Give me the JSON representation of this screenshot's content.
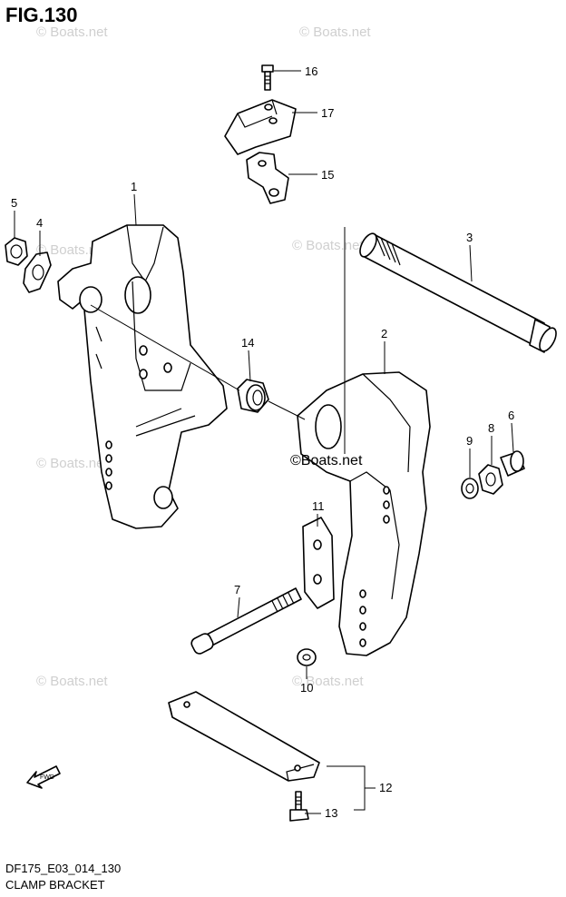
{
  "figure": {
    "title": "FIG.130",
    "model_code": "DF175_E03_014_130",
    "name": "CLAMP BRACKET"
  },
  "watermark": {
    "text": "© Boats.net",
    "center_text": "©Boats.net"
  },
  "fwd_label": "FWD",
  "callouts": [
    {
      "id": "c1",
      "label": "1"
    },
    {
      "id": "c2",
      "label": "2"
    },
    {
      "id": "c3",
      "label": "3"
    },
    {
      "id": "c4",
      "label": "4"
    },
    {
      "id": "c5",
      "label": "5"
    },
    {
      "id": "c6",
      "label": "6"
    },
    {
      "id": "c7",
      "label": "7"
    },
    {
      "id": "c8",
      "label": "8"
    },
    {
      "id": "c9",
      "label": "9"
    },
    {
      "id": "c10",
      "label": "10"
    },
    {
      "id": "c11",
      "label": "11"
    },
    {
      "id": "c12",
      "label": "12"
    },
    {
      "id": "c13",
      "label": "13"
    },
    {
      "id": "c14",
      "label": "14"
    },
    {
      "id": "c15",
      "label": "15"
    },
    {
      "id": "c16",
      "label": "16"
    },
    {
      "id": "c17",
      "label": "17"
    }
  ]
}
